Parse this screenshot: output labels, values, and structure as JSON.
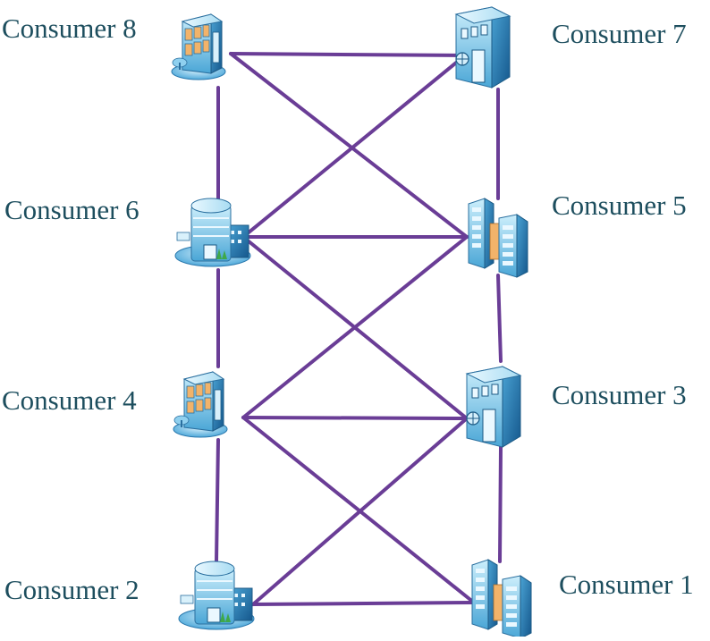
{
  "nodes": [
    {
      "id": "c8",
      "label": "Consumer 8",
      "icon": "storefront-building-icon"
    },
    {
      "id": "c7",
      "label": "Consumer 7",
      "icon": "vault-building-icon"
    },
    {
      "id": "c6",
      "label": "Consumer 6",
      "icon": "round-tower-office-icon"
    },
    {
      "id": "c5",
      "label": "Consumer 5",
      "icon": "twin-tower-building-icon"
    },
    {
      "id": "c4",
      "label": "Consumer 4",
      "icon": "storefront-building-icon"
    },
    {
      "id": "c3",
      "label": "Consumer 3",
      "icon": "vault-building-icon"
    },
    {
      "id": "c2",
      "label": "Consumer 2",
      "icon": "round-tower-office-icon"
    },
    {
      "id": "c1",
      "label": "Consumer 1",
      "icon": "twin-tower-building-icon"
    }
  ],
  "edges": [
    [
      "c8",
      "c7"
    ],
    [
      "c8",
      "c6"
    ],
    [
      "c8",
      "c5"
    ],
    [
      "c7",
      "c5"
    ],
    [
      "c7",
      "c6"
    ],
    [
      "c6",
      "c5"
    ],
    [
      "c6",
      "c4"
    ],
    [
      "c6",
      "c3"
    ],
    [
      "c5",
      "c4"
    ],
    [
      "c5",
      "c3"
    ],
    [
      "c4",
      "c3"
    ],
    [
      "c4",
      "c2"
    ],
    [
      "c4",
      "c1"
    ],
    [
      "c3",
      "c2"
    ],
    [
      "c3",
      "c1"
    ],
    [
      "c2",
      "c1"
    ]
  ],
  "colors": {
    "link": "#6a3d96",
    "label": "#1d4e5e",
    "building_light": "#bfe6f7",
    "building_mid": "#5fb6e0",
    "building_dark": "#1f6fa8"
  }
}
